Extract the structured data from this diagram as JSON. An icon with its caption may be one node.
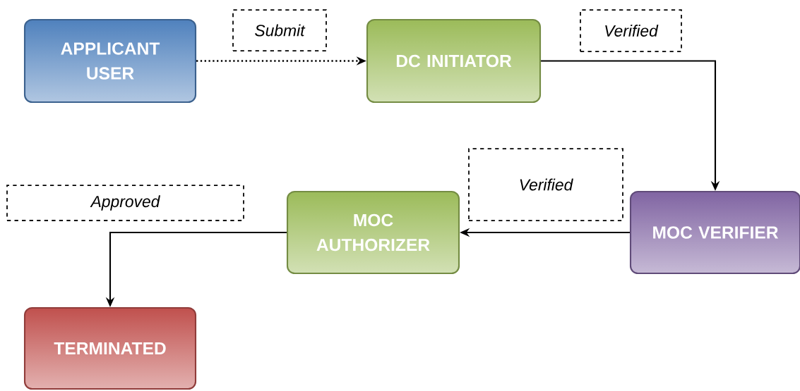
{
  "diagram": {
    "nodes": [
      {
        "text": [
          "APPLICANT USER"
        ]
      },
      {
        "text": [
          "DC INITIATOR"
        ]
      },
      {
        "text": [
          "MOC VERIFIER"
        ]
      },
      {
        "text": [
          "MOC AUTHORIZER"
        ]
      },
      {
        "text": [
          "TERMINATED"
        ]
      }
    ],
    "edges": [
      {
        "from": 0,
        "to": 1,
        "arrow": "to",
        "label": "Submit",
        "style": "dashed"
      },
      {
        "from": 1,
        "to": 2,
        "arrow": "to",
        "label": "Verified"
      },
      {
        "from": 2,
        "to": 3,
        "arrow": "to",
        "label": "Verified"
      },
      {
        "from": 3,
        "to": 4,
        "arrow": "to",
        "label": "Approved"
      }
    ]
  }
}
